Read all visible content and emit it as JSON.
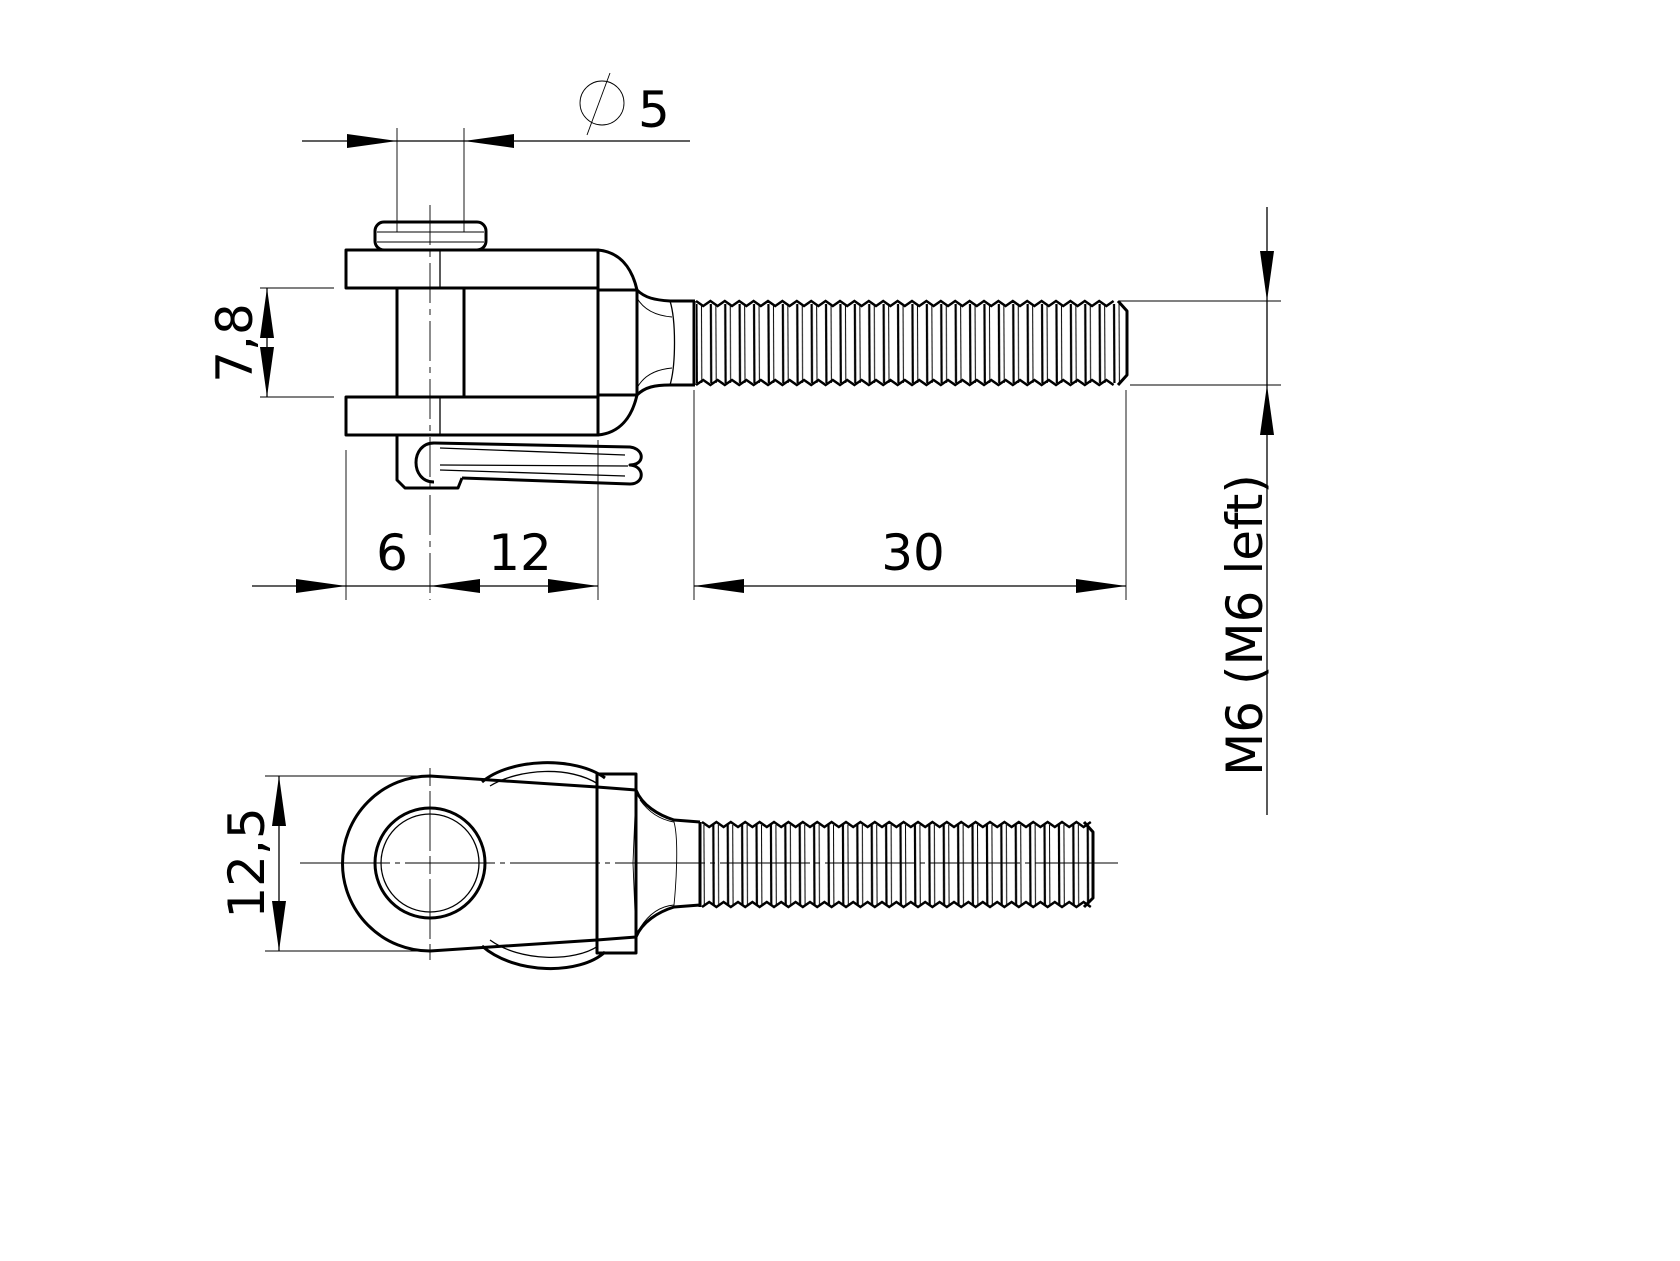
{
  "drawing": {
    "subject": "Threaded fork terminal with clevis pin and spring clip",
    "views": [
      "top-view",
      "side-view"
    ],
    "colors": {
      "line": "#000000",
      "background": "#ffffff"
    }
  },
  "dimensions": {
    "pin_diameter": {
      "symbol": "⌀",
      "value": "5"
    },
    "fork_gap": "7,8",
    "pin_offset": "6",
    "fork_depth": "12",
    "thread_length": "30",
    "thread_spec": "M6 (M6 left)",
    "eye_width": "12,5"
  }
}
